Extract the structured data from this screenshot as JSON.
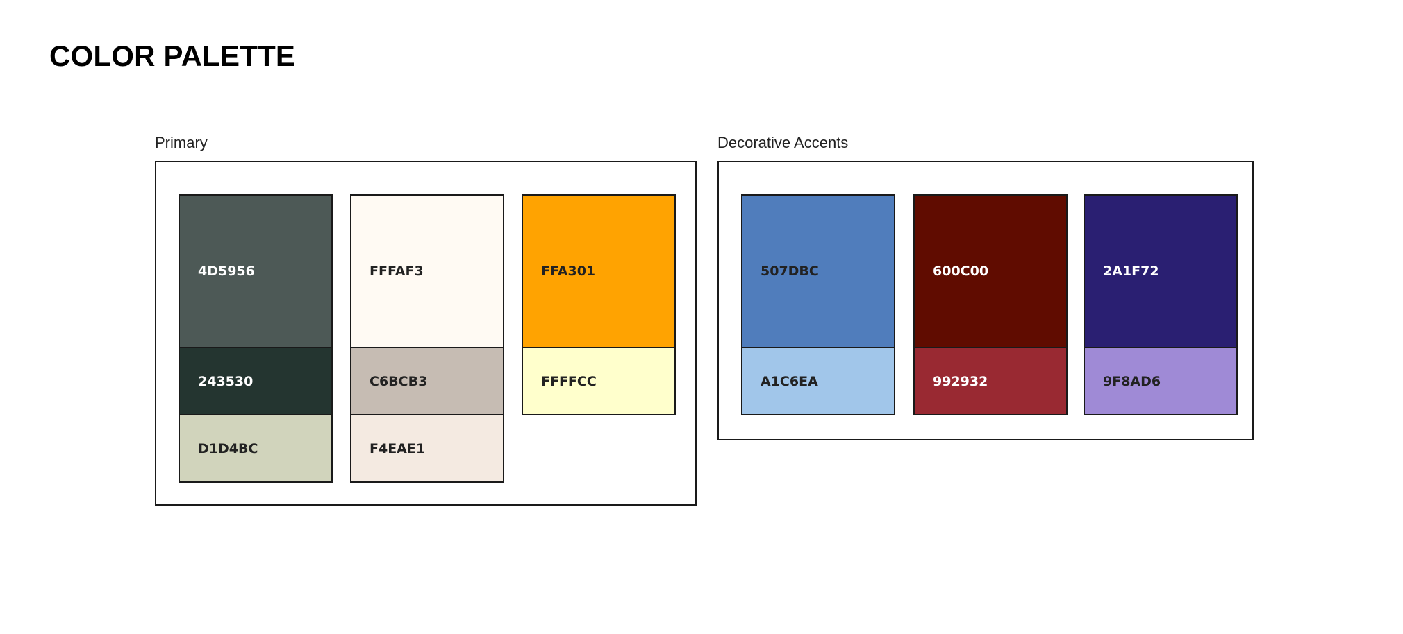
{
  "title": "COLOR PALETTE",
  "groups": [
    {
      "label": "Primary",
      "columns": [
        [
          {
            "hex": "4D5956",
            "color": "#4D5956",
            "text_color": "#ffffff"
          },
          {
            "hex": "243530",
            "color": "#243530",
            "text_color": "#ffffff"
          },
          {
            "hex": "D1D4BC",
            "color": "#D1D4BC",
            "text_color": "#222222"
          }
        ],
        [
          {
            "hex": "FFFAF3",
            "color": "#FFFAF3",
            "text_color": "#222222"
          },
          {
            "hex": "C6BCB3",
            "color": "#C6BCB3",
            "text_color": "#222222"
          },
          {
            "hex": "F4EAE1",
            "color": "#F4EAE1",
            "text_color": "#222222"
          }
        ],
        [
          {
            "hex": "FFA301",
            "color": "#FFA301",
            "text_color": "#222222"
          },
          {
            "hex": "FFFFCC",
            "color": "#FFFFCC",
            "text_color": "#222222"
          }
        ]
      ]
    },
    {
      "label": "Decorative Accents",
      "columns": [
        [
          {
            "hex": "507DBC",
            "color": "#507DBC",
            "text_color": "#222222"
          },
          {
            "hex": "A1C6EA",
            "color": "#A1C6EA",
            "text_color": "#222222"
          }
        ],
        [
          {
            "hex": "600C00",
            "color": "#600C00",
            "text_color": "#ffffff"
          },
          {
            "hex": "992932",
            "color": "#992932",
            "text_color": "#ffffff"
          }
        ],
        [
          {
            "hex": "2A1F72",
            "color": "#2A1F72",
            "text_color": "#ffffff"
          },
          {
            "hex": "9F8AD6",
            "color": "#9F8AD6",
            "text_color": "#222222"
          }
        ]
      ]
    }
  ]
}
